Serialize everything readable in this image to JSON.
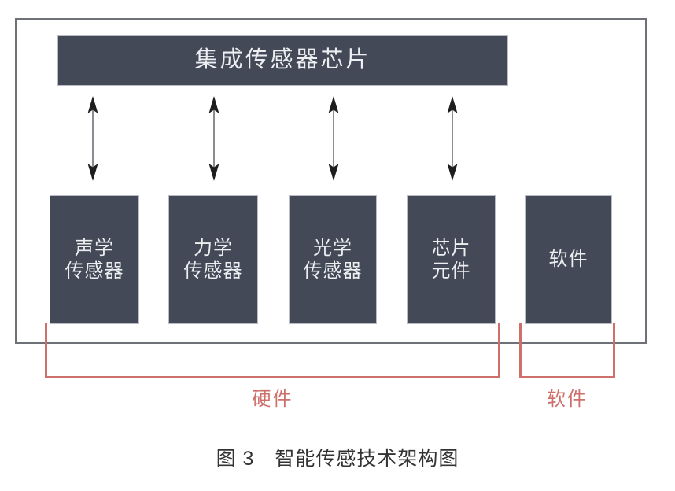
{
  "figure": {
    "caption": "图 3　智能传感技术架构图",
    "frame_color": "#6e7177",
    "box_fill_color": "#434956",
    "box_text_color": "#eceef1",
    "bracket_color": "#cd6f6a",
    "background_color": "#ffffff"
  },
  "top_node": {
    "label": "集成传感器芯片"
  },
  "leaf_nodes": [
    {
      "label": "声学\n传感器",
      "group": "硬件"
    },
    {
      "label": "力学\n传感器",
      "group": "硬件"
    },
    {
      "label": "光学\n传感器",
      "group": "硬件"
    },
    {
      "label": "芯片\n元件",
      "group": "硬件"
    },
    {
      "label": "软件",
      "group": "软件"
    }
  ],
  "connectors": [
    {
      "name": "arrow-1",
      "style": "double-headed-vertical",
      "from": "集成传感器芯片",
      "to": "声学传感器"
    },
    {
      "name": "arrow-2",
      "style": "double-headed-vertical",
      "from": "集成传感器芯片",
      "to": "力学传感器"
    },
    {
      "name": "arrow-3",
      "style": "double-headed-vertical",
      "from": "集成传感器芯片",
      "to": "光学传感器"
    },
    {
      "name": "arrow-4",
      "style": "double-headed-vertical",
      "from": "集成传感器芯片",
      "to": "芯片元件"
    }
  ],
  "groups": [
    {
      "label": "硬件",
      "covers": [
        "声学传感器",
        "力学传感器",
        "光学传感器",
        "芯片元件"
      ]
    },
    {
      "label": "软件",
      "covers": [
        "软件"
      ]
    }
  ]
}
